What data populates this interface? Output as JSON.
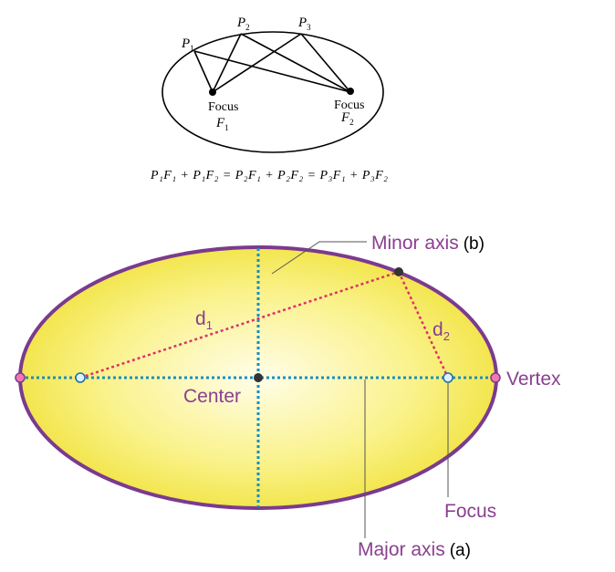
{
  "top_diagram": {
    "points": [
      "P",
      "P",
      "P"
    ],
    "point_subs": [
      "1",
      "2",
      "3"
    ],
    "focus_label": "Focus",
    "f1": "F",
    "f1_sub": "1",
    "f2": "F",
    "f2_sub": "2",
    "equation": "P₁F₁ + P₁F₂ = P₂F₁ + P₂F₂ = P₃F₁ + P₃F₂"
  },
  "bottom_diagram": {
    "minor_axis": "Minor axis",
    "minor_tag": "(b)",
    "major_axis": "Major axis",
    "major_tag": "(a)",
    "center": "Center",
    "vertex": "Vertex",
    "focus": "Focus",
    "d1": "d",
    "d1_sub": "1",
    "d2": "d",
    "d2_sub": "2",
    "colors": {
      "outline": "#7b3a8f",
      "label": "#8a3f8f",
      "axis": "#1a8fc0",
      "distance": "#e0306a",
      "fill": "#f5ea5a"
    }
  }
}
